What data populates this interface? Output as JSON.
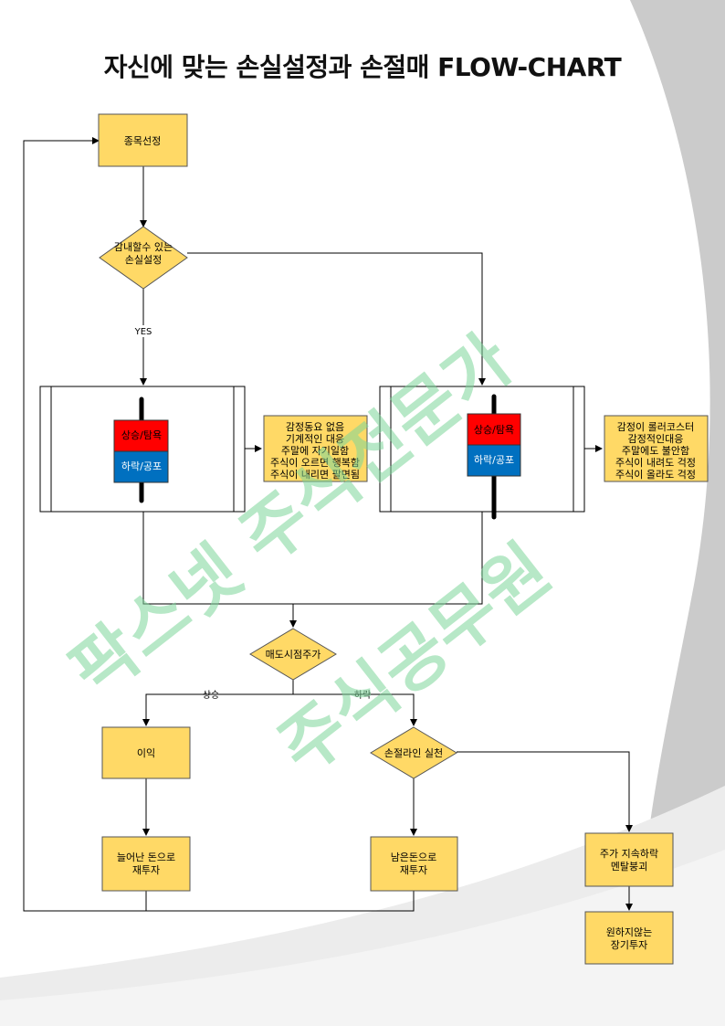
{
  "title": "자신에 맞는 손실설정과 손절매 FLOW-CHART",
  "nodes": {
    "stock_select": "종목선정",
    "tolerable_loss": [
      "감내할수 있는",
      "손실설정"
    ],
    "candle_left_top": "상승/탐욕",
    "candle_left_bottom": "하락/공포",
    "candle_right_top": "상승/탐욕",
    "candle_right_bottom": "하락/공포",
    "note_left": [
      "감정동요 없음",
      "기계적인 대응",
      "주말에 자기일함",
      "주식이 오르면 행복함",
      "주식이 내리면 팔면됨"
    ],
    "note_right": [
      "감정이 롤러코스터",
      "감정적인대응",
      "주말에도 불안함",
      "주식이 내려도 걱정",
      "주식이 올라도 걱정"
    ],
    "sell_price": "매도시점주가",
    "profit": "이익",
    "stoploss": "손절라인 실천",
    "reinvest_profit": [
      "늘어난 돈으로",
      "재투자"
    ],
    "reinvest_remaining": [
      "남은돈으로",
      "재투자"
    ],
    "keep_falling": [
      "주가 지속하락",
      "멘탈붕괴"
    ],
    "long_term": [
      "원하지않는",
      "장기투자"
    ]
  },
  "edges": {
    "yes": "YES",
    "up": "상승",
    "down": "하락"
  },
  "watermark": [
    "팍스넷 주식전문가",
    "주식공무원"
  ],
  "colors": {
    "box_fill": "#ffd966",
    "box_stroke": "#555555",
    "up_red": "#ff0000",
    "down_blue": "#0070c0",
    "watermark": "#7ed69a",
    "deco_gray": "#c8c8c8"
  }
}
